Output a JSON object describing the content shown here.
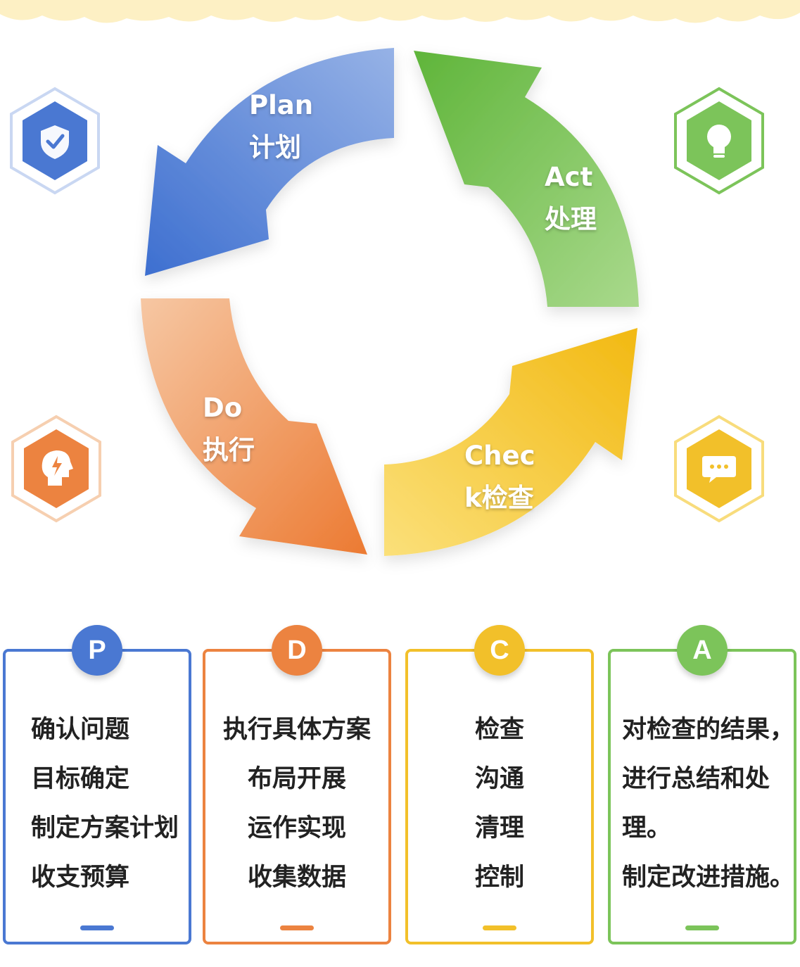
{
  "colors": {
    "plan": "#4a78d2",
    "do": "#ec8340",
    "check": "#f2c02a",
    "act": "#7cc45a"
  },
  "cycle": {
    "plan": {
      "label_en": "Plan",
      "label_cn": "计划",
      "icon": "shield-check-icon"
    },
    "do": {
      "label_en": "Do",
      "label_cn": "执行",
      "icon": "head-lightning-icon"
    },
    "check": {
      "label_en": "Chec",
      "label_cn": "k检查",
      "icon": "chat-bubble-icon"
    },
    "act": {
      "label_en": "Act",
      "label_cn": "处理",
      "icon": "lightbulb-icon"
    }
  },
  "cards": [
    {
      "letter": "P",
      "lines": [
        "确认问题",
        "目标确定",
        "制定方案计划",
        "收支预算"
      ]
    },
    {
      "letter": "D",
      "lines": [
        "执行具体方案",
        "布局开展",
        "运作实现",
        "收集数据"
      ]
    },
    {
      "letter": "C",
      "lines": [
        "检查",
        "沟通",
        "清理",
        "控制"
      ]
    },
    {
      "letter": "A",
      "lines": [
        "对检查的结果，",
        "进行总结和处",
        "理。",
        "制定改进措施。"
      ]
    }
  ]
}
